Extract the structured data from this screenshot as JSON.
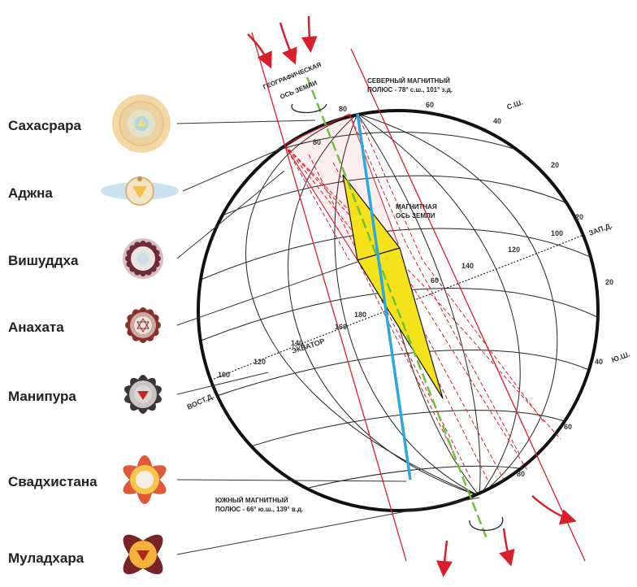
{
  "chakras": [
    {
      "name": "Сахасрара"
    },
    {
      "name": "Аджна"
    },
    {
      "name": "Вишуддха"
    },
    {
      "name": "Анахата"
    },
    {
      "name": "Манипура"
    },
    {
      "name": "Свадхистана"
    },
    {
      "name": "Муладхара"
    }
  ],
  "labels": {
    "geo_axis_1": "ГЕОГРАФИЧЕСКАЯ",
    "geo_axis_2": "ОСЬ ЗЕМЛИ",
    "north_pole_1": "СЕВЕРНЫЙ МАГНИТНЫЙ",
    "north_pole_2": "ПОЛЮС - 78° с.ш., 101° з.д.",
    "magnetic_axis_1": "МАГНИТНАЯ",
    "magnetic_axis_2": "ОСЬ ЗЕМЛИ",
    "south_pole_1": "ЮЖНЫЙ МАГНИТНЫЙ",
    "south_pole_2": "ПОЛЮС - 66° ю.ш., 139° в.д.",
    "equator": "ЭКВАТОР",
    "north_hemi": "С.Ш.",
    "south_hemi": "Ю.Ш.",
    "west": "ЗАП.Д.",
    "east": "ВОСТ.Д."
  },
  "numbers": {
    "n80": "80",
    "n60": "60",
    "n40": "40",
    "n20": "20",
    "n100": "100",
    "n120": "120",
    "n140": "140",
    "n160": "160",
    "n180": "180",
    "s20": "20",
    "s40": "40",
    "s60": "60",
    "s80": "80",
    "e100": "100",
    "e120": "120",
    "e140": "140",
    "e160": "160",
    "e180": "180",
    "p80": "80",
    "p60": "60",
    "w20": "20"
  },
  "colors": {
    "globe": "#111111",
    "red": "#d81f2a",
    "yellow": "#f5e21b",
    "blue": "#29a9e0",
    "green": "#6fbf3a"
  }
}
